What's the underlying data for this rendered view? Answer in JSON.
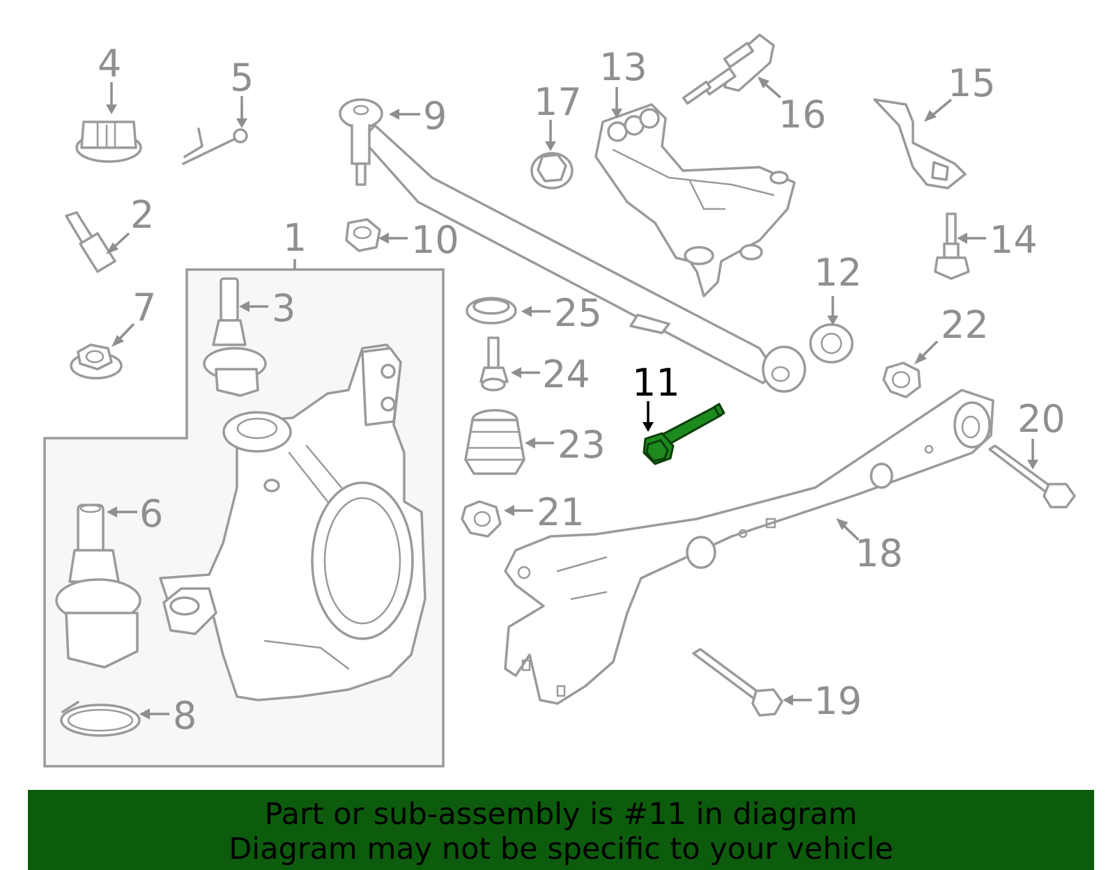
{
  "diagram": {
    "highlighted_part": "11",
    "highlight_color": "#1d8a1d",
    "label_color": "#8f8f8f",
    "callouts": [
      "1",
      "2",
      "3",
      "4",
      "5",
      "6",
      "7",
      "8",
      "9",
      "10",
      "11",
      "12",
      "13",
      "14",
      "15",
      "16",
      "17",
      "18",
      "19",
      "20",
      "21",
      "22",
      "23",
      "24",
      "25"
    ]
  },
  "banner": {
    "line1": "Part or sub-assembly is #11 in diagram",
    "line2": "Diagram may not be specific to your vehicle",
    "background": "#0d5c0d"
  }
}
